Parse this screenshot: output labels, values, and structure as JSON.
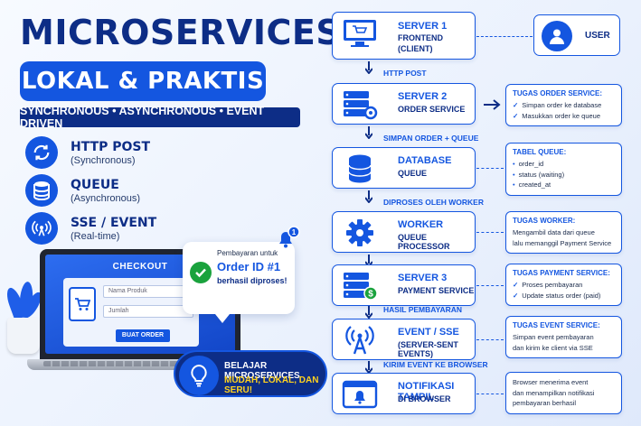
{
  "left": {
    "title": "MICROSERVICES",
    "subtitle": "LOKAL & PRAKTIS",
    "tagline": "SYNCHRONOUS • ASYNCHRONOUS • EVENT DRIVEN",
    "modes": [
      {
        "title": "HTTP POST",
        "desc": "(Synchronous)",
        "icon": "sync-icon"
      },
      {
        "title": "QUEUE",
        "desc": "(Asynchronous)",
        "icon": "database-icon"
      },
      {
        "title": "SSE / EVENT",
        "desc": "(Real-time)",
        "icon": "broadcast-icon"
      }
    ],
    "checkout": {
      "title": "CHECKOUT",
      "product_placeholder": "Nama Produk",
      "qty_placeholder": "Jumlah",
      "button": "BUAT ORDER"
    },
    "notification": {
      "line1": "Pembayaran untuk",
      "line2": "Order ID #1",
      "line3": "berhasil diproses!",
      "badge": "1"
    },
    "learn": {
      "line1": "BELAJAR MICROSERVICES",
      "line2": "MUDAH, LOKAL, DAN SERU!"
    }
  },
  "flow": {
    "user": "USER",
    "nodes": [
      {
        "title": "SERVER 1",
        "sub": "FRONTEND",
        "sub2": "(CLIENT)",
        "icon": "monitor-cart-icon"
      },
      {
        "title": "SERVER 2",
        "sub": "ORDER SERVICE",
        "icon": "server-gear-icon"
      },
      {
        "title": "DATABASE",
        "sub": "QUEUE",
        "icon": "database-icon"
      },
      {
        "title": "WORKER",
        "sub": "QUEUE PROCESSOR",
        "icon": "gear-icon"
      },
      {
        "title": "SERVER 3",
        "sub": "PAYMENT SERVICE",
        "icon": "server-dollar-icon"
      },
      {
        "title": "EVENT / SSE",
        "sub": "(SERVER-SENT EVENTS)",
        "icon": "antenna-icon"
      },
      {
        "title": "NOTIFIKASI TAMPIL",
        "sub": "DI BROWSER",
        "icon": "browser-bell-icon"
      }
    ],
    "edges": [
      "HTTP POST",
      "SIMPAN ORDER + QUEUE",
      "DIPROSES OLEH WORKER",
      "HASIL PEMBAYARAN",
      "KIRIM EVENT KE BROWSER"
    ],
    "notes": [
      {
        "heading": "TUGAS ORDER SERVICE:",
        "items": [
          "Simpan order ke database",
          "Masukkan order ke queue"
        ]
      },
      {
        "heading": "TABEL QUEUE:",
        "items": [
          "order_id",
          "status (waiting)",
          "created_at"
        ]
      },
      {
        "heading": "TUGAS WORKER:",
        "items": [
          "Mengambil data dari queue",
          "lalu memanggil Payment Service"
        ]
      },
      {
        "heading": "TUGAS PAYMENT SERVICE:",
        "items": [
          "Proses pembayaran",
          "Update status order (paid)"
        ]
      },
      {
        "heading": "TUGAS EVENT SERVICE:",
        "items": [
          "Simpan event pembayaran",
          "dan kirim ke client via SSE"
        ]
      },
      {
        "heading": "",
        "items": [
          "Browser menerima event",
          "dan menampilkan notifikasi",
          "pembayaran berhasil"
        ]
      }
    ]
  },
  "colors": {
    "primary": "#1456e0",
    "navy": "#0d2d86",
    "success": "#1aa23d",
    "accent": "#ffd21f"
  }
}
